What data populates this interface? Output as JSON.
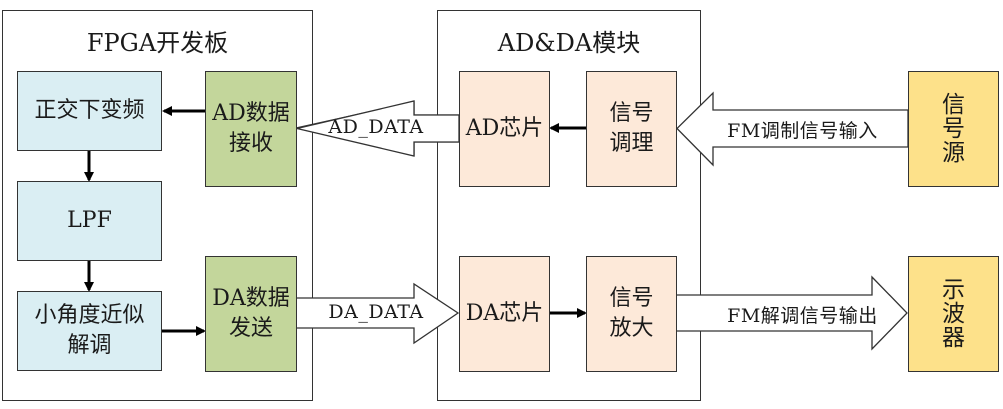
{
  "fpga_board": {
    "title": "FPGA开发板",
    "blocks": {
      "quadrature_downconvert": "正交下变频",
      "lpf": "LPF",
      "small_angle_demod": "小角度近似\n解调",
      "ad_receive": "AD数据\n接收",
      "da_send": "DA数据\n发送"
    }
  },
  "adda_module": {
    "title": "AD&DA模块",
    "blocks": {
      "ad_chip": "AD芯片",
      "signal_conditioning": "信号\n调理",
      "da_chip": "DA芯片",
      "signal_amplify": "信号\n放大"
    }
  },
  "external": {
    "signal_source": "信\n号\n源",
    "oscilloscope": "示\n波\n器"
  },
  "arrows": {
    "ad_data": "AD_DATA",
    "da_data": "DA_DATA",
    "fm_input": "FM调制信号输入",
    "fm_output": "FM解调信号输出"
  },
  "colors": {
    "blue_block": "#daeef3",
    "green_block": "#c3d69b",
    "peach_block": "#fde9d9",
    "yellow_block": "#fde18a"
  }
}
